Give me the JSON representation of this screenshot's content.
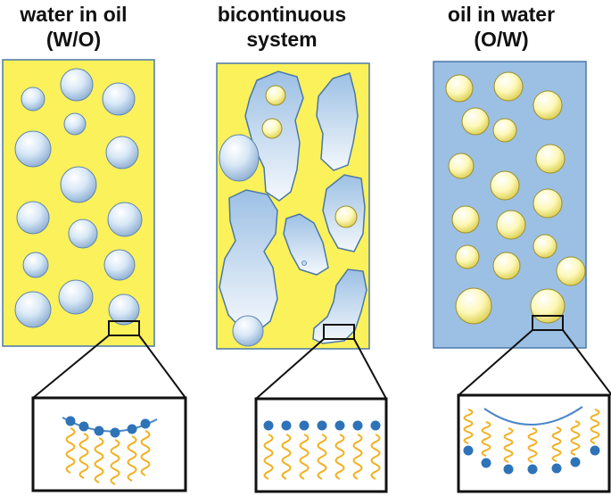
{
  "panels": [
    {
      "line1": "water in oil",
      "line2": "(W/O)"
    },
    {
      "line1": "bicontinuous",
      "line2": "system"
    },
    {
      "line1": "oil in water",
      "line2": "(O/W)"
    }
  ],
  "colors": {
    "oil": "#fbf15a",
    "water": "#9cc0e4",
    "border": "#4a78a8",
    "surfactant_head": "#2e73b8",
    "surfactant_tail": "#f2b01e",
    "frame": "#111111"
  }
}
